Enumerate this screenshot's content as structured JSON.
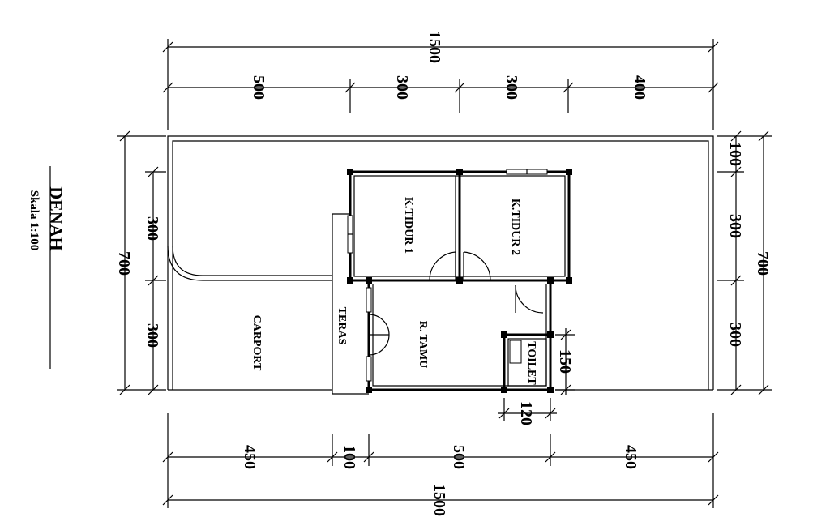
{
  "title": "DENAH",
  "scale_text": "Skala 1:100",
  "rooms": {
    "kamar_tidur_1": "K.TIDUR 1",
    "kamar_tidur_2": "K.TIDUR 2",
    "ruang_tamu": "R. TAMU",
    "teras": "TERAS",
    "carport": "CARPORT",
    "toilet": "TOILET"
  },
  "dimensions": {
    "top_total": "1500",
    "top_segments": [
      "500",
      "300",
      "300",
      "400"
    ],
    "bottom_total": "1500",
    "bottom_segments": [
      "450",
      "100",
      "500",
      "450"
    ],
    "left_total": "700",
    "left_segments": [
      "300",
      "300"
    ],
    "right_total": "700",
    "right_segments": [
      "100",
      "300",
      "300"
    ],
    "toilet_width": "120",
    "toilet_depth": "150"
  }
}
